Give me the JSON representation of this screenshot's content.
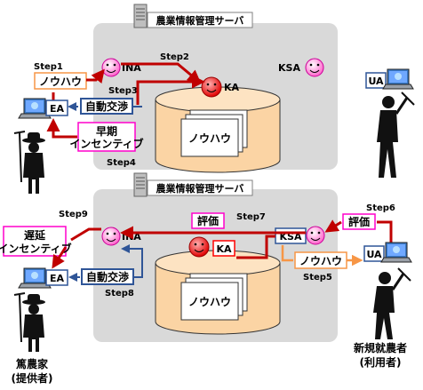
{
  "top_panel": {
    "server_title": "農業情報管理サーバ",
    "step1": "Step1",
    "step2": "Step2",
    "step3": "Step3",
    "step4": "Step4",
    "knowhow_label": "ノウハウ",
    "negotiation_label": "自動交渉",
    "incentive_label": "早期\nインセンティブ",
    "agent_ina": "INA",
    "agent_ka": "KA",
    "agent_ksa": "KSA",
    "agent_ea": "EA",
    "agent_ua": "UA",
    "db_label": "ノウハウ"
  },
  "bottom_panel": {
    "server_title": "農業情報管理サーバ",
    "step5": "Step5",
    "step6": "Step6",
    "step7": "Step7",
    "step8": "Step8",
    "step9": "Step9",
    "eval_label_1": "評価",
    "eval_label_2": "評価",
    "knowhow_label": "ノウハウ",
    "negotiation_label": "自動交渉",
    "incentive_label": "遅延\nインセンティブ",
    "agent_ina": "INA",
    "agent_ka": "KA",
    "agent_ksa": "KSA",
    "agent_ea": "EA",
    "agent_ua": "UA",
    "db_label": "ノウハウ"
  },
  "people": {
    "farmer_label_line1": "篤農家",
    "farmer_label_line2": "(提供者)",
    "newfarmer_label_line1": "新規就農者",
    "newfarmer_label_line2": "(利用者)"
  },
  "colors": {
    "server_bg": "#d9d9d9",
    "arrow_red": "#c00000",
    "db_fill": "#fbd4a4",
    "agent_pink": "#ff66cc",
    "agent_red": "#ff2020",
    "knowhow_box_border": "#f79646",
    "negotiation_border": "#2f5597",
    "incentive_border": "#ff00cc"
  }
}
